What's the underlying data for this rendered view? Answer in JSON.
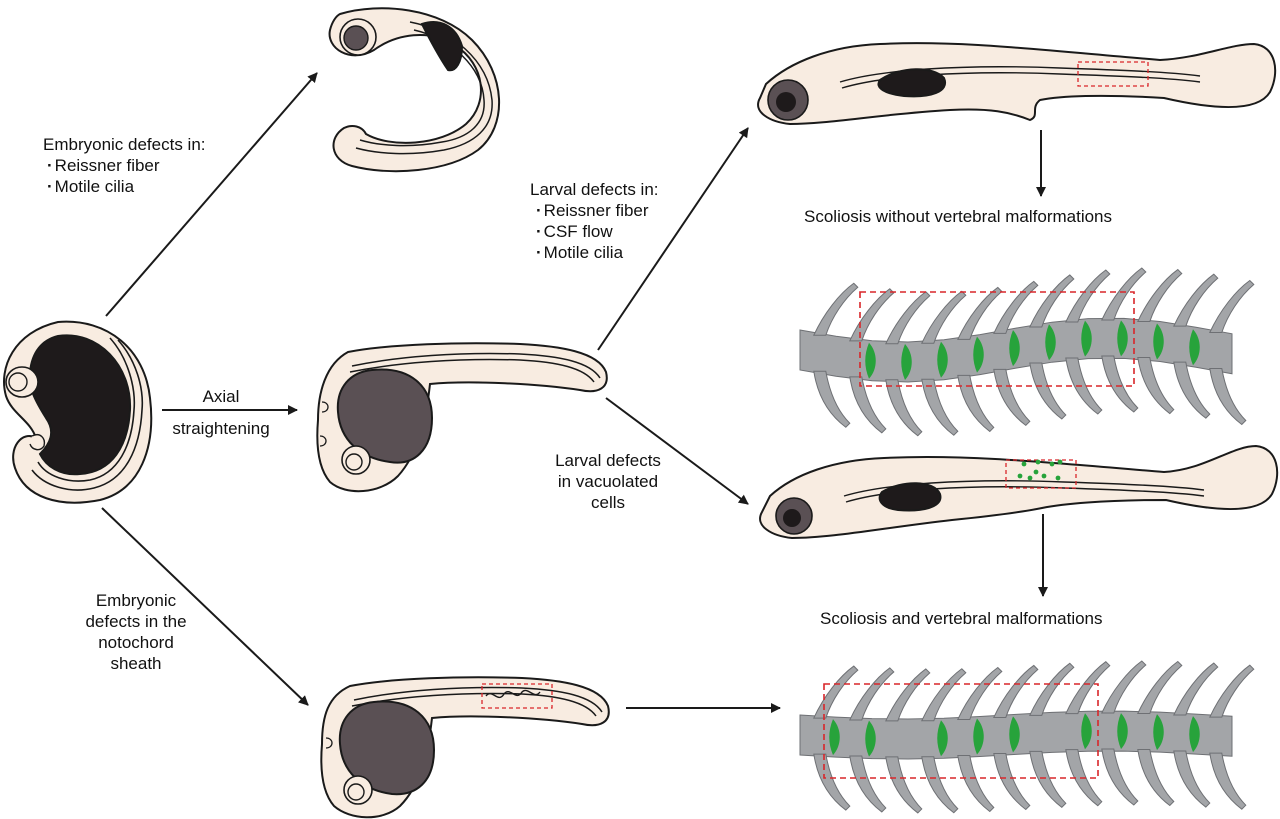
{
  "labels": {
    "embryonic_defects_title": "Embryonic defects in:",
    "embryonic_defects_items": [
      "Reissner fiber",
      "Motile cilia"
    ],
    "axial_line1": "Axial",
    "axial_line2": "straightening",
    "larval_defects_title": "Larval defects in:",
    "larval_defects_items": [
      "Reissner fiber",
      "CSF flow",
      "Motile cilia"
    ],
    "vacuolated_line1": "Larval defects",
    "vacuolated_line2": "in vacuolated",
    "vacuolated_line3": "cells",
    "sheath_line1": "Embryonic",
    "sheath_line2": "defects in the",
    "sheath_line3": "notochord",
    "sheath_line4": "sheath",
    "outcome_scoliosis": "Scoliosis without vertebral malformations",
    "outcome_malformations": "Scoliosis and vertebral malformations"
  },
  "colors": {
    "embryo_fill": "#f8ece1",
    "outline": "#1a1a1a",
    "yolk": "#5a5054",
    "dark": "#1e1a1b",
    "eye": "#5a5054",
    "spine": "#a3a5a8",
    "highlight_green": "#27a33b",
    "box_red": "#d9262a"
  }
}
